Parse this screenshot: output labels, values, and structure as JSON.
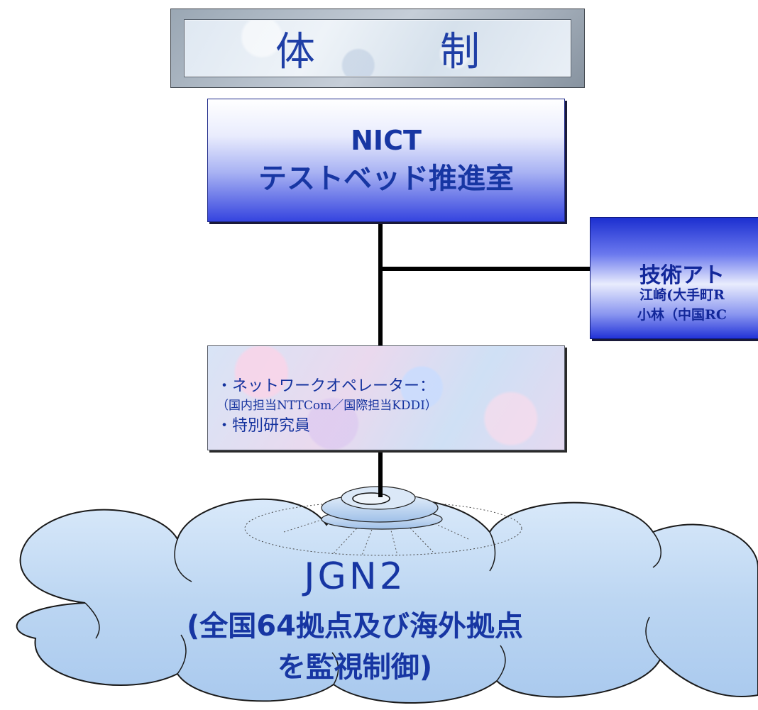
{
  "title": "体　制",
  "nict": {
    "line1": "NICT",
    "line2": "テストベッド推進室"
  },
  "advisor": {
    "title": "技術アト",
    "line1": "江崎(大手町R",
    "line2": "小林（中国RC"
  },
  "operator": {
    "line1": "・ネットワークオペレーター：",
    "line2": "（国内担当NTTCom／国際担当KDDI）",
    "line3": "・特別研究員"
  },
  "cloud": {
    "line1": "JGN2",
    "line2": "(全国64拠点及び海外拠点",
    "line3": "を監視制御)"
  },
  "colors": {
    "text_blue": "#1736a3",
    "cloud_fill": "#bcd6f2",
    "box_blue": "#3544df"
  }
}
